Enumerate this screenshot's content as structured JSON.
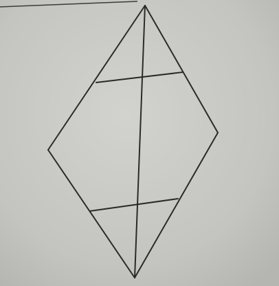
{
  "diagram": {
    "shape": "kite",
    "vertices": [
      "top",
      "left",
      "right",
      "bottom"
    ],
    "segments": [
      "diagonal-top-to-bottom",
      "upper-chord",
      "lower-chord"
    ],
    "colors": {
      "paper": "#c7c7c3",
      "ink": "#2a2a2a"
    }
  }
}
